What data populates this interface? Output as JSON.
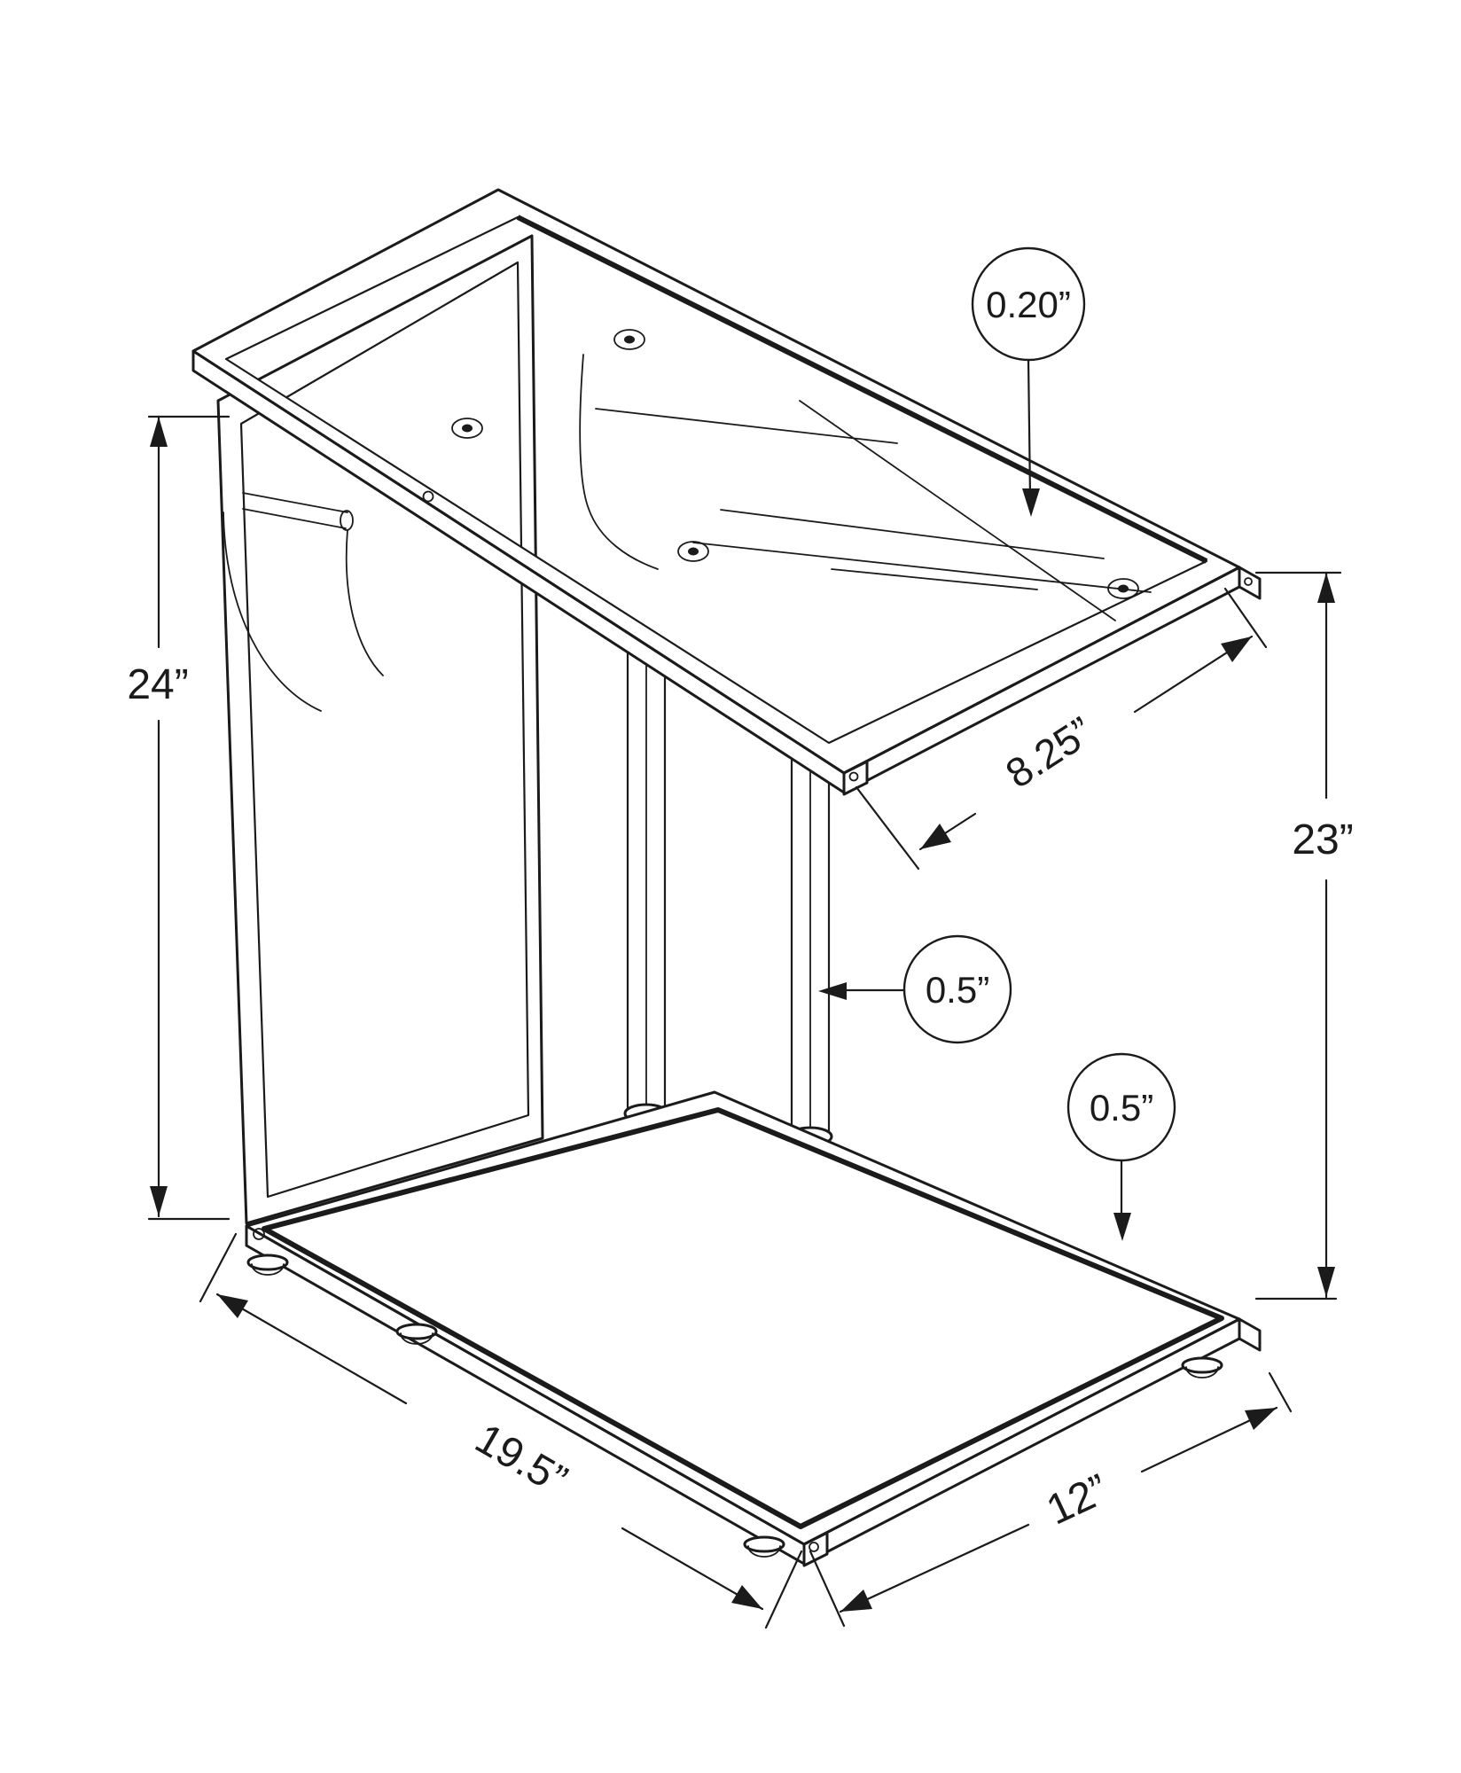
{
  "page": {
    "background": "#ffffff",
    "line_color": "#1b1b1b"
  },
  "drawing": {
    "type": "isometric technical line drawing",
    "subject": "C-shaped accent side table with glass top, metal frame, magazine sling and rectangular base"
  },
  "dimensions": {
    "top_thickness": "0.20”",
    "top_overhang": "8.25”",
    "height_right": "23”",
    "height_left": "24”",
    "leg_tube_diameter": "0.5”",
    "base_tube_diameter": "0.5”",
    "base_length": "19.5”",
    "base_width": "12”"
  }
}
